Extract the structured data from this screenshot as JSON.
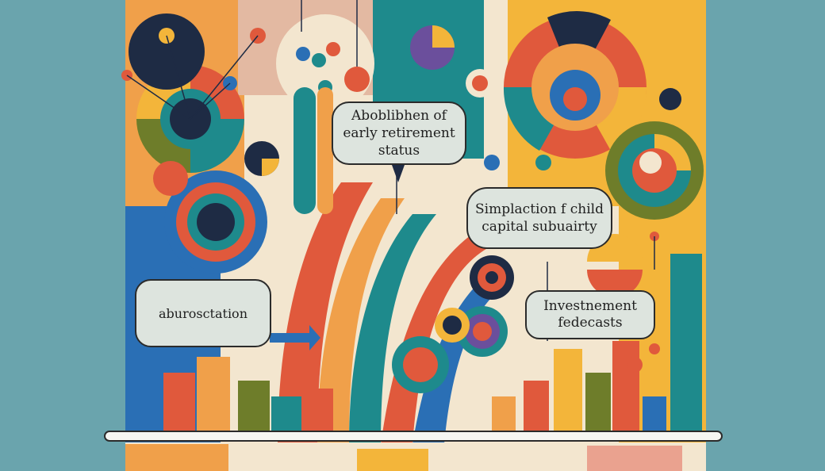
{
  "callouts": {
    "top": "Aboblibhen of early retirement status",
    "right": "Simplaction f child capital subuairty",
    "left": "aburosctation",
    "bottom_right": "Investnement fedecasts"
  },
  "colors": {
    "background": "#6aa4ad",
    "red": "#e0593c",
    "orange": "#f0a04a",
    "yellow": "#f3b53a",
    "teal": "#1e8a8c",
    "blue": "#2a6fb5",
    "olive": "#6e7d2a",
    "navy": "#1e2b44",
    "cream": "#f3e6cf",
    "pink": "#eaa28f",
    "purple": "#6b4f9c",
    "bubble": "#dde4de"
  }
}
